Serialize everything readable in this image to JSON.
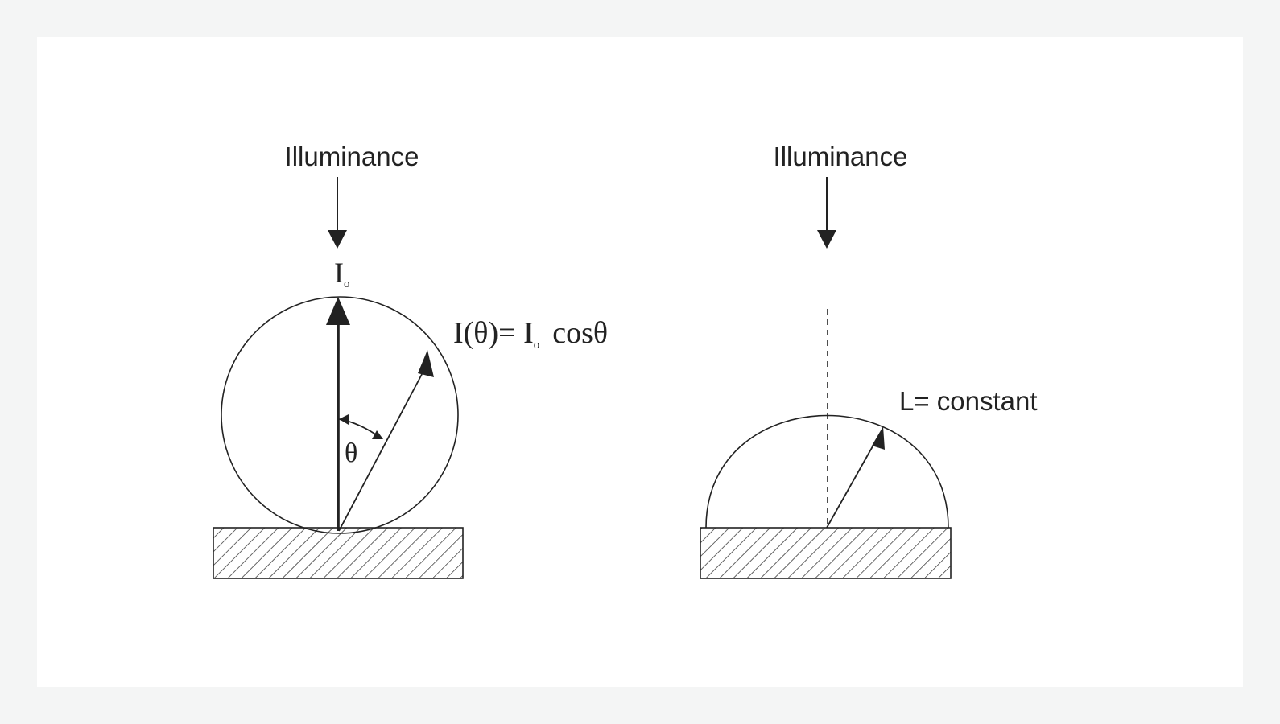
{
  "left_diagram": {
    "illuminance_label": "Illuminance",
    "intensity_symbol": "I",
    "intensity_subscript": "o",
    "formula_prefix": "I(θ)= I",
    "formula_subscript": "o",
    "formula_suffix": "cosθ",
    "angle_label": "θ"
  },
  "right_diagram": {
    "illuminance_label": "Illuminance",
    "luminance_label": "L= constant"
  },
  "colors": {
    "line": "#222222",
    "background": "#ffffff",
    "page": "#f4f5f5"
  },
  "icons": {
    "hatched_surface": "hatched-surface-icon",
    "arrow": "arrow-icon"
  }
}
